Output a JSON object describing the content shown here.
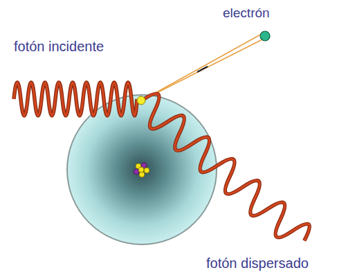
{
  "diagram": {
    "labels": [
      "electrón",
      "fotón incidente",
      "fotón dispersado"
    ]
  }
}
